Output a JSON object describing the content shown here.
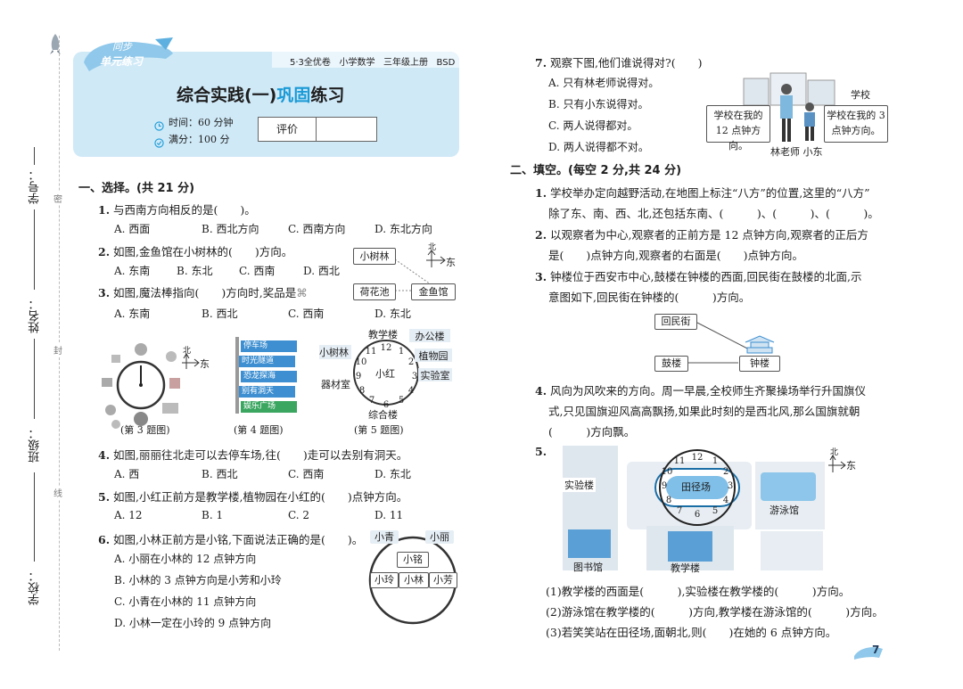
{
  "header": {
    "badge_line1": "同步",
    "badge_line2": "单元练习",
    "series": "5·3全优卷",
    "subject": "小学数学",
    "grade": "三年级上册",
    "edition": "BSD",
    "title_part1": "综合实践(一)",
    "title_part2": "巩固",
    "title_part3": "练习",
    "time": "时间：60 分钟",
    "score": "满分：100 分",
    "eval_label": "评价"
  },
  "sidebar": {
    "labels": [
      "学号：",
      "姓名：",
      "班级：",
      "学校："
    ],
    "cut_chars": [
      "密",
      "封",
      "线"
    ]
  },
  "section1": {
    "title": "一、选择。(共 21 分)",
    "q1": {
      "num": "1.",
      "text": "与西南方向相反的是(　　)。",
      "opts": [
        "A. 西面",
        "B. 西北方向",
        "C. 西南方向",
        "D. 东北方向"
      ]
    },
    "q2": {
      "num": "2.",
      "text": "如图,金鱼馆在小树林的(　　)方向。",
      "opts": [
        "A. 东南",
        "B. 东北",
        "C. 西南",
        "D. 西北"
      ],
      "labels": [
        "小树林",
        "荷花池",
        "金鱼馆"
      ]
    },
    "q3": {
      "num": "3.",
      "text": "如图,魔法棒指向(　　)方向时,奖品是",
      "opts": [
        "A. 东南",
        "B. 西北",
        "C. 西南",
        "D. 东北"
      ]
    },
    "fig3_caption": "(第 3 题图)",
    "fig4_caption": "(第 4 题图)",
    "fig5_caption": "(第 5 题图)",
    "fig4_signs": [
      "停车场",
      "时光隧道",
      "恐龙探海",
      "别有洞天",
      "娱乐广场"
    ],
    "fig5_places": [
      "教学楼",
      "办公楼",
      "小树林",
      "植物园",
      "小红",
      "实验室",
      "器材室",
      "综合楼"
    ],
    "q4": {
      "num": "4.",
      "text": "如图,丽丽往北走可以去停车场,往(　　)走可以去别有洞天。",
      "opts": [
        "A. 西",
        "B. 西北",
        "C. 西南",
        "D. 东北"
      ]
    },
    "q5": {
      "num": "5.",
      "text": "如图,小红正前方是教学楼,植物园在小红的(　　)点钟方向。",
      "opts": [
        "A. 12",
        "B. 1",
        "C. 2",
        "D. 11"
      ]
    },
    "q6": {
      "num": "6.",
      "text": "如图,小林正前方是小铭,下面说法正确的是(　　)。",
      "opts": [
        "A. 小丽在小林的 12 点钟方向",
        "B. 小林的 3 点钟方向是小芳和小玲",
        "C. 小青在小林的 11 点钟方向",
        "D. 小林一定在小玲的 9 点钟方向"
      ],
      "names": [
        "小青",
        "小丽",
        "小铭",
        "小玲",
        "小林",
        "小芳"
      ]
    }
  },
  "right": {
    "q7": {
      "num": "7.",
      "text": "观察下图,他们谁说得对?(　　)",
      "opts": [
        "A. 只有林老师说得对。",
        "B. 只有小东说得对。",
        "C. 两人说得都对。",
        "D. 两人说得都不对。"
      ],
      "bubble_left": "学校在我的 12 点钟方向。",
      "bubble_right": "学校在我的 3 点钟方向。",
      "school": "学校",
      "people": "林老师 小东"
    },
    "section2_title": "二、填空。(每空 2 分,共 24 分)",
    "f1": {
      "num": "1.",
      "line1": "学校举办定向越野活动,在地图上标注“八方”的位置,这里的“八方”",
      "line2": "除了东、南、西、北,还包括东南、(　　　)、(　　　)、(　　　)。"
    },
    "f2": {
      "num": "2.",
      "line1": "以观察者为中心,观察者的正前方是 12 点钟方向,观察者的正后方",
      "line2": "是(　　)点钟方向,观察者的右面是(　　)点钟方向。"
    },
    "f3": {
      "num": "3.",
      "line1": "钟楼位于西安市中心,鼓楼在钟楼的西面,回民街在鼓楼的北面,示",
      "line2": "意图如下,回民街在钟楼的(　　　)方向。",
      "labels": [
        "回民街",
        "鼓楼",
        "钟楼"
      ]
    },
    "f4": {
      "num": "4.",
      "line1": "风向为风吹来的方向。周一早晨,全校师生齐聚操场举行升国旗仪",
      "line2": "式,只见国旗迎风高高飘扬,如果此时刻的是西北风,那么国旗就朝",
      "line3": "(　　　)方向飘。"
    },
    "f5": {
      "num": "5.",
      "places": [
        "实验楼",
        "田径场",
        "游泳馆",
        "图书馆",
        "教学楼"
      ],
      "sub1": "(1)教学楼的西面是(　　　),实验楼在教学楼的(　　　)方向。",
      "sub2": "(2)游泳馆在教学楼的(　　　)方向,教学楼在游泳馆的(　　　)方向。",
      "sub3": "(3)若笑笑站在田径场,面朝北,则(　　)在她的 6 点钟方向。"
    },
    "compass_north": "北",
    "compass_east": "东",
    "page_number": "7"
  },
  "colors": {
    "header_bg": "#cfe9f7",
    "accent": "#1a9ad6",
    "sign_blue": "#3d8fd1",
    "sign_green": "#3aa660"
  }
}
